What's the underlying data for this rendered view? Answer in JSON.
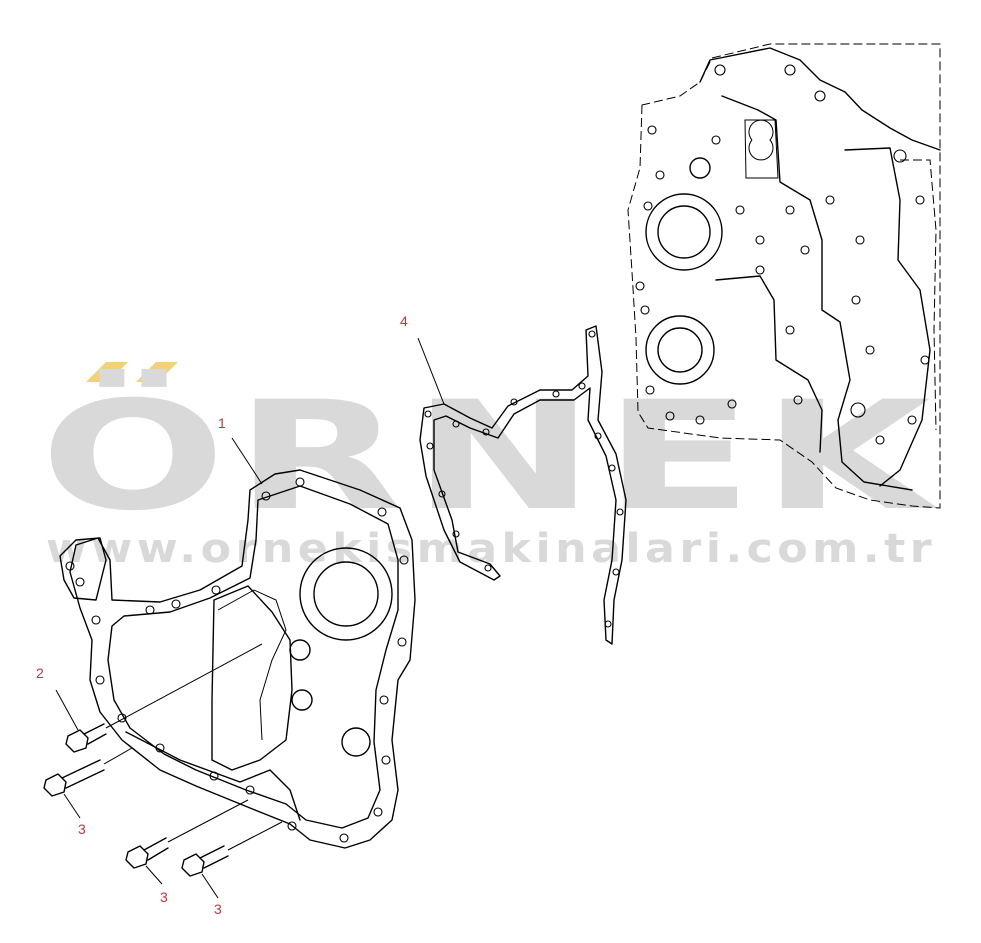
{
  "watermark": {
    "brand": "ÖRNEK",
    "url": "www.ornekismakinalari.com.tr",
    "accent_color": "#f1d27a",
    "text_color": "#d9d9d9"
  },
  "callouts": {
    "front_cover": "1",
    "bolt_short": "2",
    "bolt_long_a": "3",
    "bolt_long_b": "3",
    "bolt_long_c": "3",
    "gasket": "4"
  },
  "colors": {
    "callout": "#c8323a",
    "line": "#000000"
  }
}
